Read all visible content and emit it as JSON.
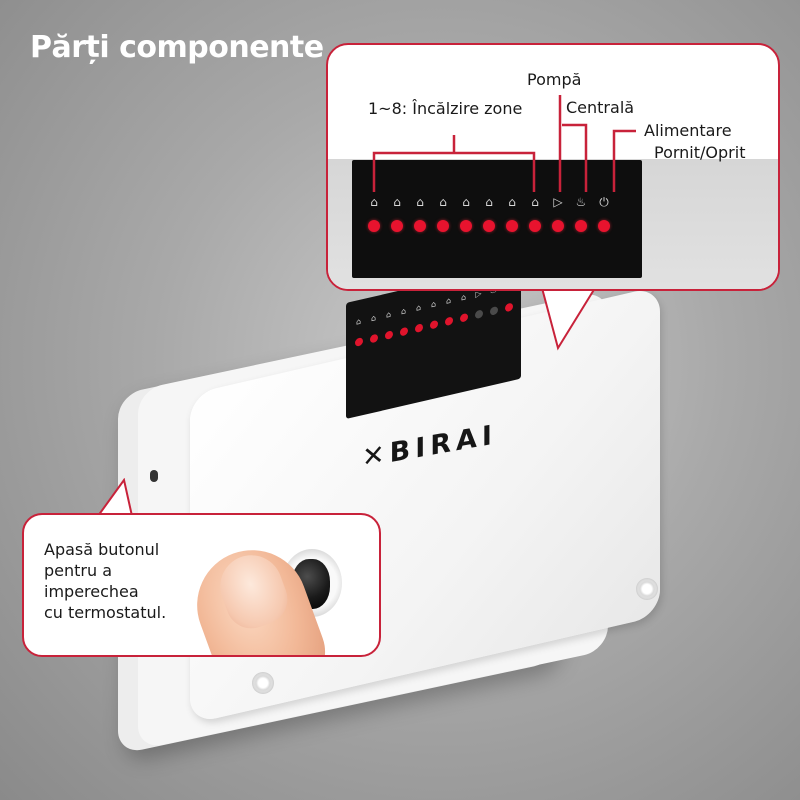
{
  "title": "Părți componente",
  "brand": "BIRAI",
  "labels": {
    "zones": "1~8: Încălzire zone",
    "pump": "Pompă",
    "boiler": "Centrală",
    "power_line1": "Alimentare",
    "power_line2": "Pornit/Oprit"
  },
  "pairing_text": [
    "Apasă butonul",
    "pentru a",
    "imperechea",
    "cu termostatul."
  ],
  "indicators": [
    {
      "icon": "house-1-icon",
      "glyph": "⌂"
    },
    {
      "icon": "house-2-icon",
      "glyph": "⌂"
    },
    {
      "icon": "house-3-icon",
      "glyph": "⌂"
    },
    {
      "icon": "house-4-icon",
      "glyph": "⌂"
    },
    {
      "icon": "house-5-icon",
      "glyph": "⌂"
    },
    {
      "icon": "house-6-icon",
      "glyph": "⌂"
    },
    {
      "icon": "house-7-icon",
      "glyph": "⌂"
    },
    {
      "icon": "house-8-icon",
      "glyph": "⌂"
    },
    {
      "icon": "pump-icon",
      "glyph": "▷"
    },
    {
      "icon": "boiler-flame-icon",
      "glyph": "♨"
    },
    {
      "icon": "power-icon",
      "glyph": "⏻"
    }
  ],
  "colors": {
    "accent": "#c8223a",
    "led_on": "#e8132e",
    "led_off": "#4a4a4a"
  }
}
